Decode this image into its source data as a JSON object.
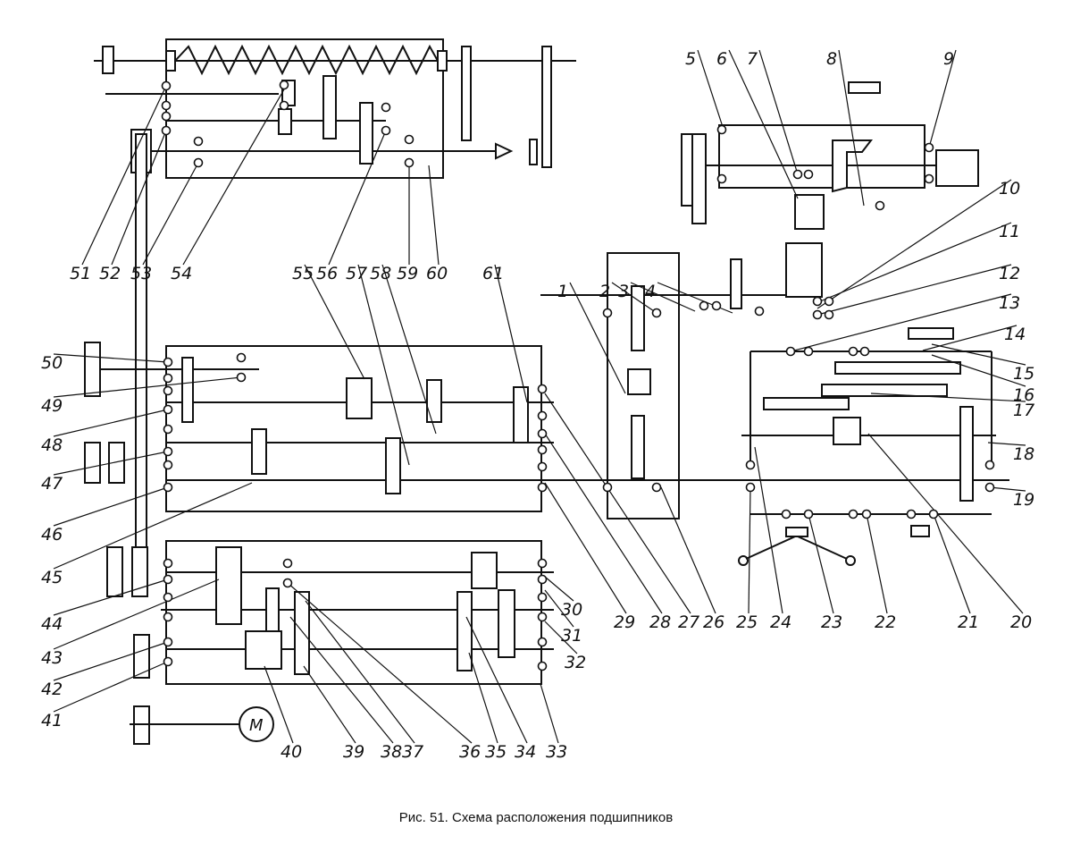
{
  "figure": {
    "caption": "Рис. 51. Схема расположения подшипников",
    "motor_label": "M",
    "callouts": [
      "1",
      "2",
      "3",
      "4",
      "5",
      "6",
      "7",
      "8",
      "9",
      "10",
      "11",
      "12",
      "13",
      "14",
      "15",
      "16",
      "17",
      "18",
      "19",
      "20",
      "21",
      "22",
      "23",
      "24",
      "25",
      "26",
      "27",
      "28",
      "29",
      "30",
      "31",
      "32",
      "33",
      "34",
      "35",
      "36",
      "37",
      "38",
      "39",
      "40",
      "41",
      "42",
      "43",
      "44",
      "45",
      "46",
      "47",
      "48",
      "49",
      "50",
      "51",
      "52",
      "53",
      "54",
      "55",
      "56",
      "57",
      "58",
      "59",
      "60",
      "61"
    ]
  },
  "colors": {
    "ink": "#111111",
    "paper": "#ffffff"
  }
}
